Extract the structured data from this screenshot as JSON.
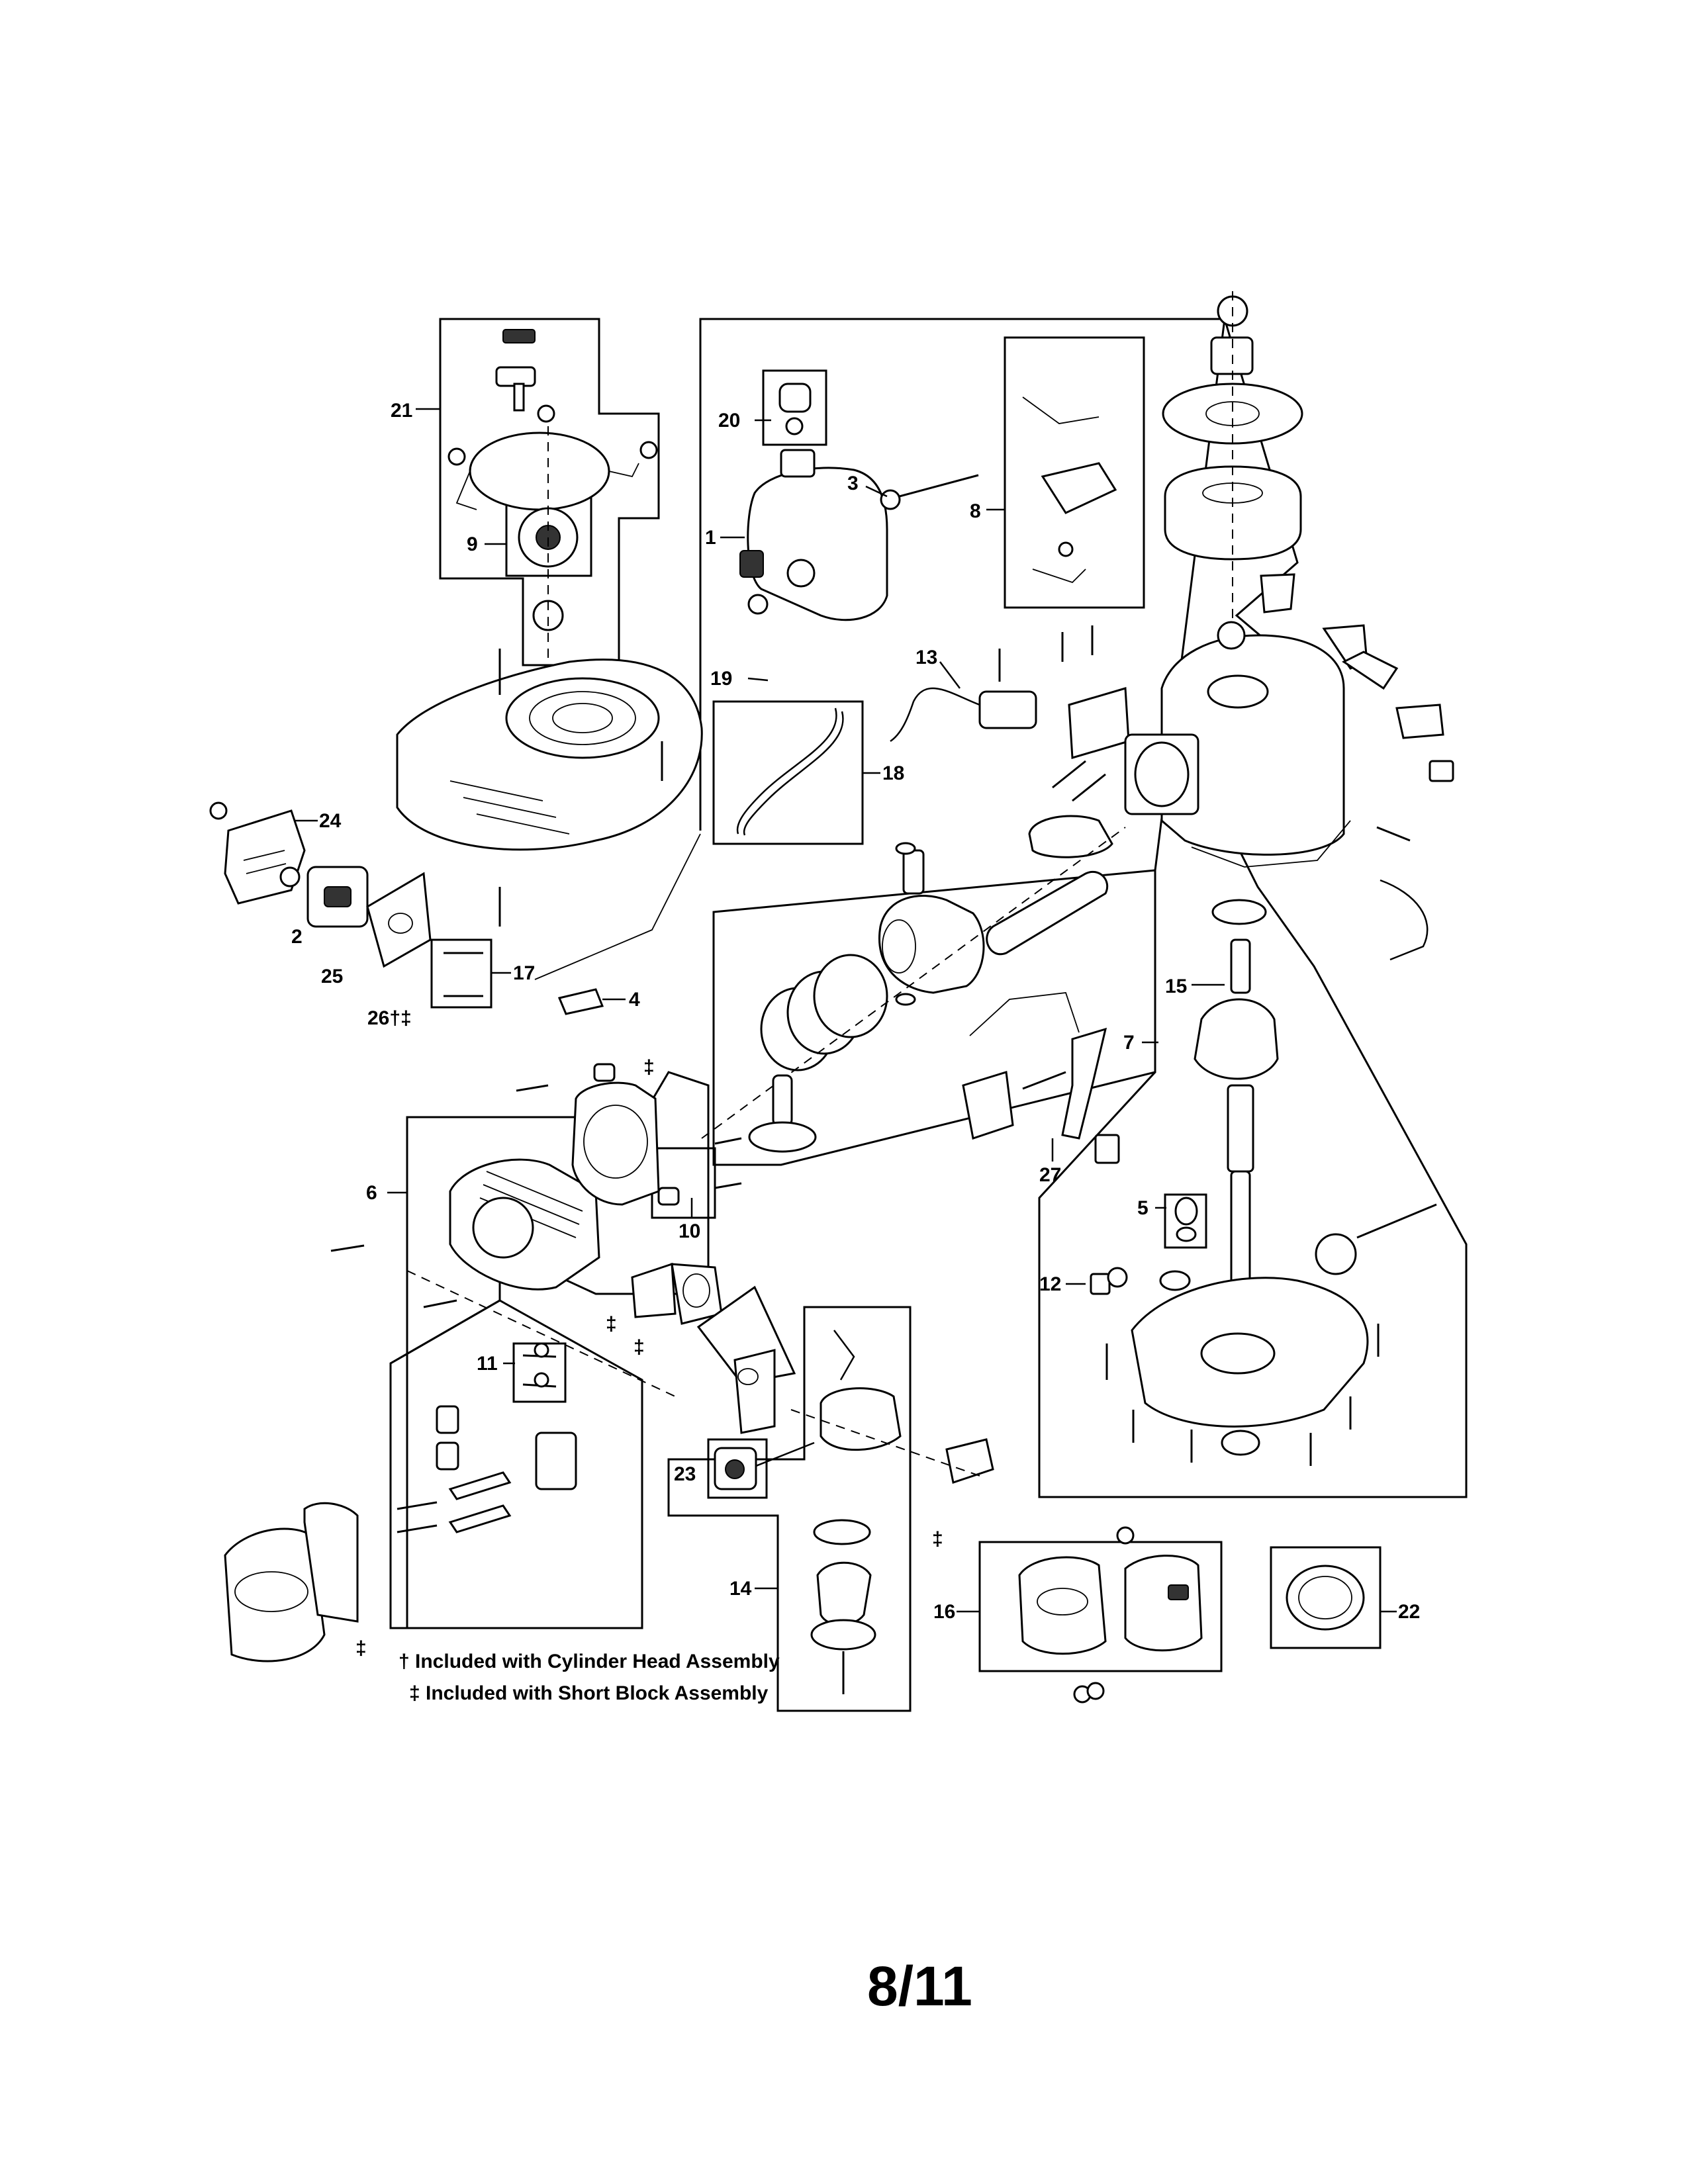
{
  "callouts": {
    "c1": "1",
    "c2": "2",
    "c3": "3",
    "c4": "4",
    "c5": "5",
    "c6": "6",
    "c7": "7",
    "c8": "8",
    "c9": "9",
    "c10": "10",
    "c11": "11",
    "c12": "12",
    "c13": "13",
    "c14": "14",
    "c15": "15",
    "c16": "16",
    "c17": "17",
    "c18": "18",
    "c19": "19",
    "c20": "20",
    "c21": "21",
    "c22": "22",
    "c23": "23",
    "c24": "24",
    "c25": "25",
    "c26": "26†‡",
    "c27": "27"
  },
  "markers": {
    "double_dagger": "‡"
  },
  "notes": {
    "cylinder_head": "† Included with Cylinder Head Assembly",
    "short_block": "‡ Included with Short Block Assembly"
  },
  "page_number": "8/11"
}
